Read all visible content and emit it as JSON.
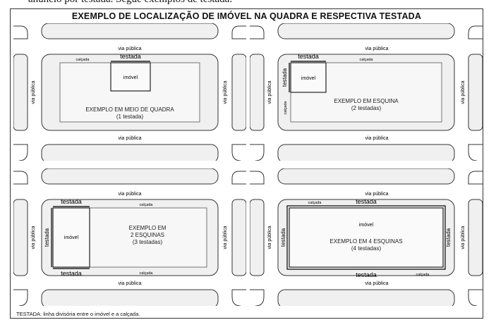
{
  "top_text": "anúncio por testada. Segue exemplos de testada.",
  "title": "EXEMPLO DE LOCALIZAÇÃO DE IMÓVEL NA QUADRA E RESPECTIVA TESTADA",
  "footnote": "TESTADA: linha divisória entre o imóvel e a calçada.",
  "labels": {
    "via_publica": "via pública",
    "calcada": "calçada",
    "testada": "testada",
    "imovel": "imóvel"
  },
  "panels": [
    {
      "caption_line1": "EXEMPLO EM MEIO DE QUADRA",
      "caption_line2": "(1 testada)"
    },
    {
      "caption_line1": "EXEMPLO EM ESQUINA",
      "caption_line2": "(2 testadas)"
    },
    {
      "caption_line1": "EXEMPLO EM",
      "caption_line2": "2 ESQUINAS",
      "caption_line3": "(3 testadas)"
    },
    {
      "caption_line1": "EXEMPLO EM 4 ESQUINAS",
      "caption_line2": "(4 testadas)"
    }
  ]
}
